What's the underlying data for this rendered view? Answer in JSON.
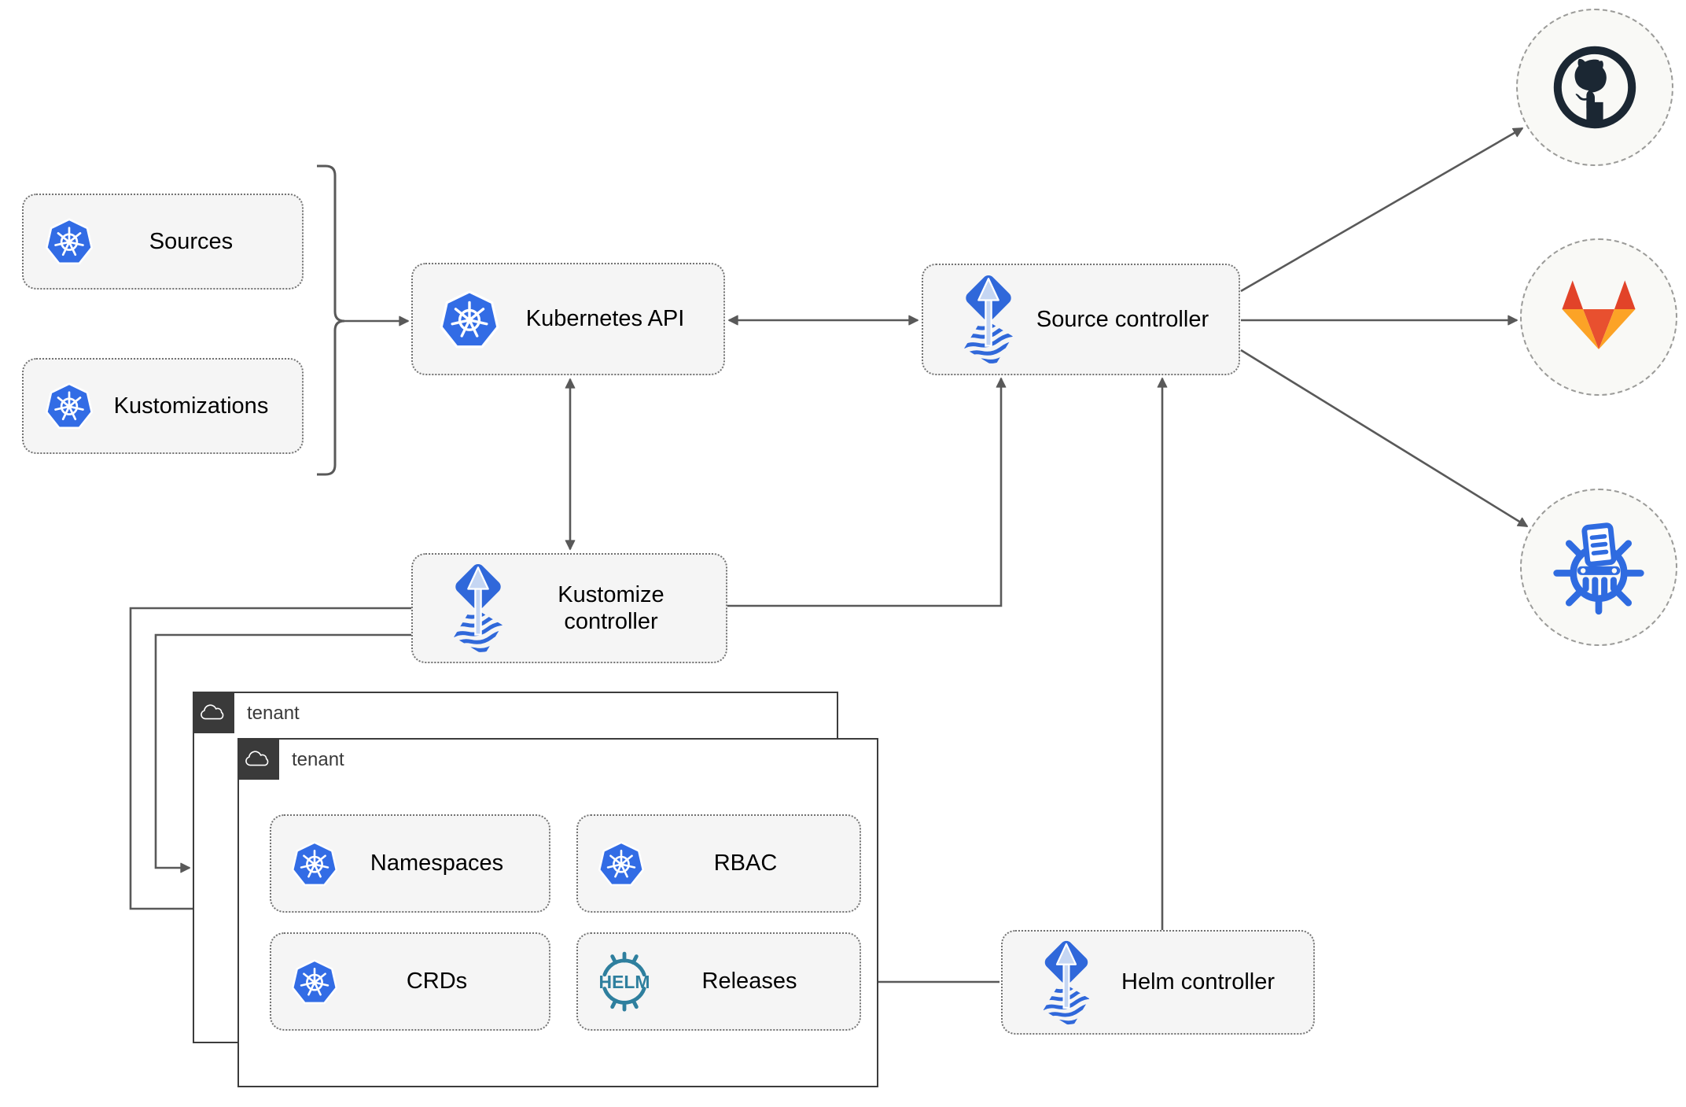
{
  "diagram": {
    "nodes": {
      "sources": {
        "label": "Sources",
        "icon": "kubernetes-icon"
      },
      "kustomizations": {
        "label": "Kustomizations",
        "icon": "kubernetes-icon"
      },
      "kubernetes_api": {
        "label": "Kubernetes API",
        "icon": "kubernetes-icon"
      },
      "source_controller": {
        "label": "Source controller",
        "icon": "flux-icon"
      },
      "kustomize_controller": {
        "label": "Kustomize controller",
        "icon": "flux-icon"
      },
      "helm_controller": {
        "label": "Helm controller",
        "icon": "flux-icon"
      },
      "namespaces": {
        "label": "Namespaces",
        "icon": "kubernetes-icon"
      },
      "rbac": {
        "label": "RBAC",
        "icon": "kubernetes-icon"
      },
      "crds": {
        "label": "CRDs",
        "icon": "kubernetes-icon"
      },
      "releases": {
        "label": "Releases",
        "icon": "helm-icon",
        "icon_text": "HELM"
      }
    },
    "groups": {
      "tenant_back": {
        "label": "tenant",
        "icon": "cloud-icon"
      },
      "tenant_front": {
        "label": "tenant",
        "icon": "cloud-icon"
      }
    },
    "external": [
      {
        "name": "github",
        "icon": "github-icon"
      },
      {
        "name": "gitlab",
        "icon": "gitlab-icon"
      },
      {
        "name": "kubernetes-manifests",
        "icon": "manifests-icon"
      }
    ],
    "edges": [
      {
        "from": "sources+kustomizations bracket",
        "to": "kubernetes_api",
        "arrow": "end"
      },
      {
        "from": "kubernetes_api",
        "to": "source_controller",
        "arrow": "both"
      },
      {
        "from": "kubernetes_api",
        "to": "kustomize_controller",
        "arrow": "both"
      },
      {
        "from": "kustomize_controller",
        "to": "source_controller",
        "arrow": "end"
      },
      {
        "from": "kustomize_controller",
        "to": "tenant_front",
        "arrow": "end"
      },
      {
        "from": "kustomize_controller",
        "to": "tenant_back",
        "arrow": "end"
      },
      {
        "from": "helm_controller",
        "to": "source_controller",
        "arrow": "end"
      },
      {
        "from": "helm_controller",
        "to": "releases",
        "arrow": "end"
      },
      {
        "from": "source_controller",
        "to": "github",
        "arrow": "end"
      },
      {
        "from": "source_controller",
        "to": "gitlab",
        "arrow": "end"
      },
      {
        "from": "source_controller",
        "to": "kubernetes-manifests",
        "arrow": "end"
      }
    ],
    "colors": {
      "kubernetes_blue": "#326CE5",
      "flux_blue": "#3068DA",
      "flux_arrow_light": "#C5D6F3",
      "helm_teal": "#2E7F9E",
      "node_fill": "#F5F5F5",
      "node_border": "#737373",
      "tenant_dark": "#3A3A3A",
      "connector_gray": "#595959",
      "github_dark": "#1B2733",
      "gitlab_orange_dark": "#E24329",
      "gitlab_orange_light": "#FCA326",
      "manifests_blue": "#2F6BE0",
      "external_fill": "#F9F9F6"
    }
  }
}
